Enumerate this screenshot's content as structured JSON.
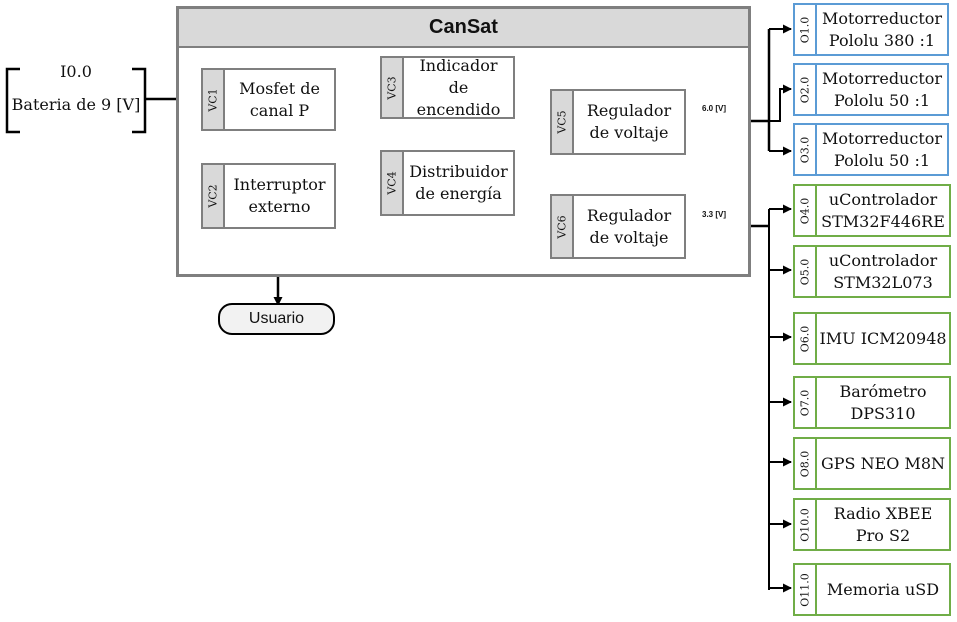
{
  "title": "CanSat",
  "input": {
    "code": "I0.0",
    "label": "Bateria de 9 [V]"
  },
  "user": {
    "label": "Usuario"
  },
  "blocks": [
    {
      "tag": "VC1",
      "text": "Mosfet de canal P"
    },
    {
      "tag": "VC2",
      "text": "Interruptor externo"
    },
    {
      "tag": "VC3",
      "text": "Indicador de encendido"
    },
    {
      "tag": "VC4",
      "text": "Distribuidor de energía"
    },
    {
      "tag": "VC5",
      "text": "Regulador de voltaje"
    },
    {
      "tag": "VC6",
      "text": "Regulador de voltaje"
    }
  ],
  "voltages": {
    "high": "6.0 [V]",
    "low": "3.3 [V]"
  },
  "outputs": [
    {
      "code": "O1.0",
      "text": "Motorreductor Pololu 380 :1",
      "color": "#5b9bd5"
    },
    {
      "code": "O2.0",
      "text": "Motorreductor Pololu 50 :1",
      "color": "#5b9bd5"
    },
    {
      "code": "O3.0",
      "text": "Motorreductor Pololu 50 :1",
      "color": "#5b9bd5"
    },
    {
      "code": "O4.0",
      "text": "uControlador STM32F446RE",
      "color": "#70ad47"
    },
    {
      "code": "O5.0",
      "text": "uControlador STM32L073",
      "color": "#70ad47"
    },
    {
      "code": "O6.0",
      "text": "IMU ICM20948",
      "color": "#70ad47"
    },
    {
      "code": "O7.0",
      "text": "Barómetro DPS310",
      "color": "#70ad47"
    },
    {
      "code": "O8.0",
      "text": "GPS NEO M8N",
      "color": "#70ad47"
    },
    {
      "code": "O10.0",
      "text": "Radio XBEE Pro S2",
      "color": "#70ad47"
    },
    {
      "code": "O11.0",
      "text": "Memoria uSD",
      "color": "#70ad47"
    }
  ]
}
